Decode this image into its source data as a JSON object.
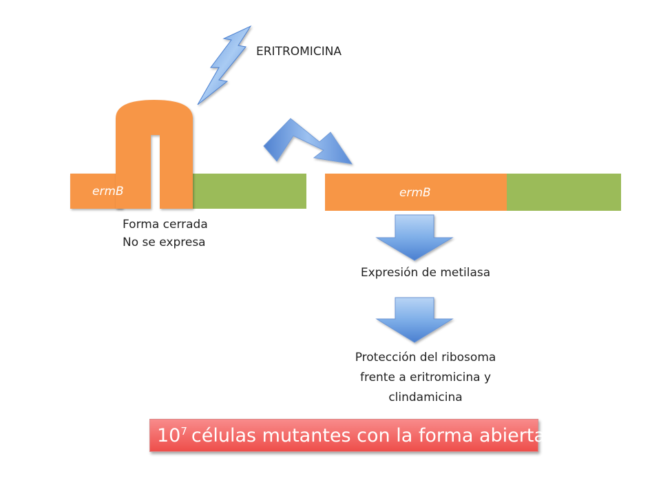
{
  "antibiotic": "ERITROMICINA",
  "gene_left": "ermB",
  "gene_right": "ermB",
  "closed_form": {
    "line1": "Forma cerrada",
    "line2": "No se expresa"
  },
  "expression": "Expresión de metilasa",
  "protection": {
    "line1": "Protección del ribosoma",
    "line2": "frente a eritromicina y",
    "line3": "clindamicina"
  },
  "mutant_banner": {
    "base": "10",
    "exponent": "7",
    "text": "células mutantes con la forma abierta"
  },
  "colors": {
    "orange": "#f79646",
    "green": "#9bbb59",
    "arrow_blue": "#4f81bd",
    "banner_red": "#ee5a55"
  }
}
